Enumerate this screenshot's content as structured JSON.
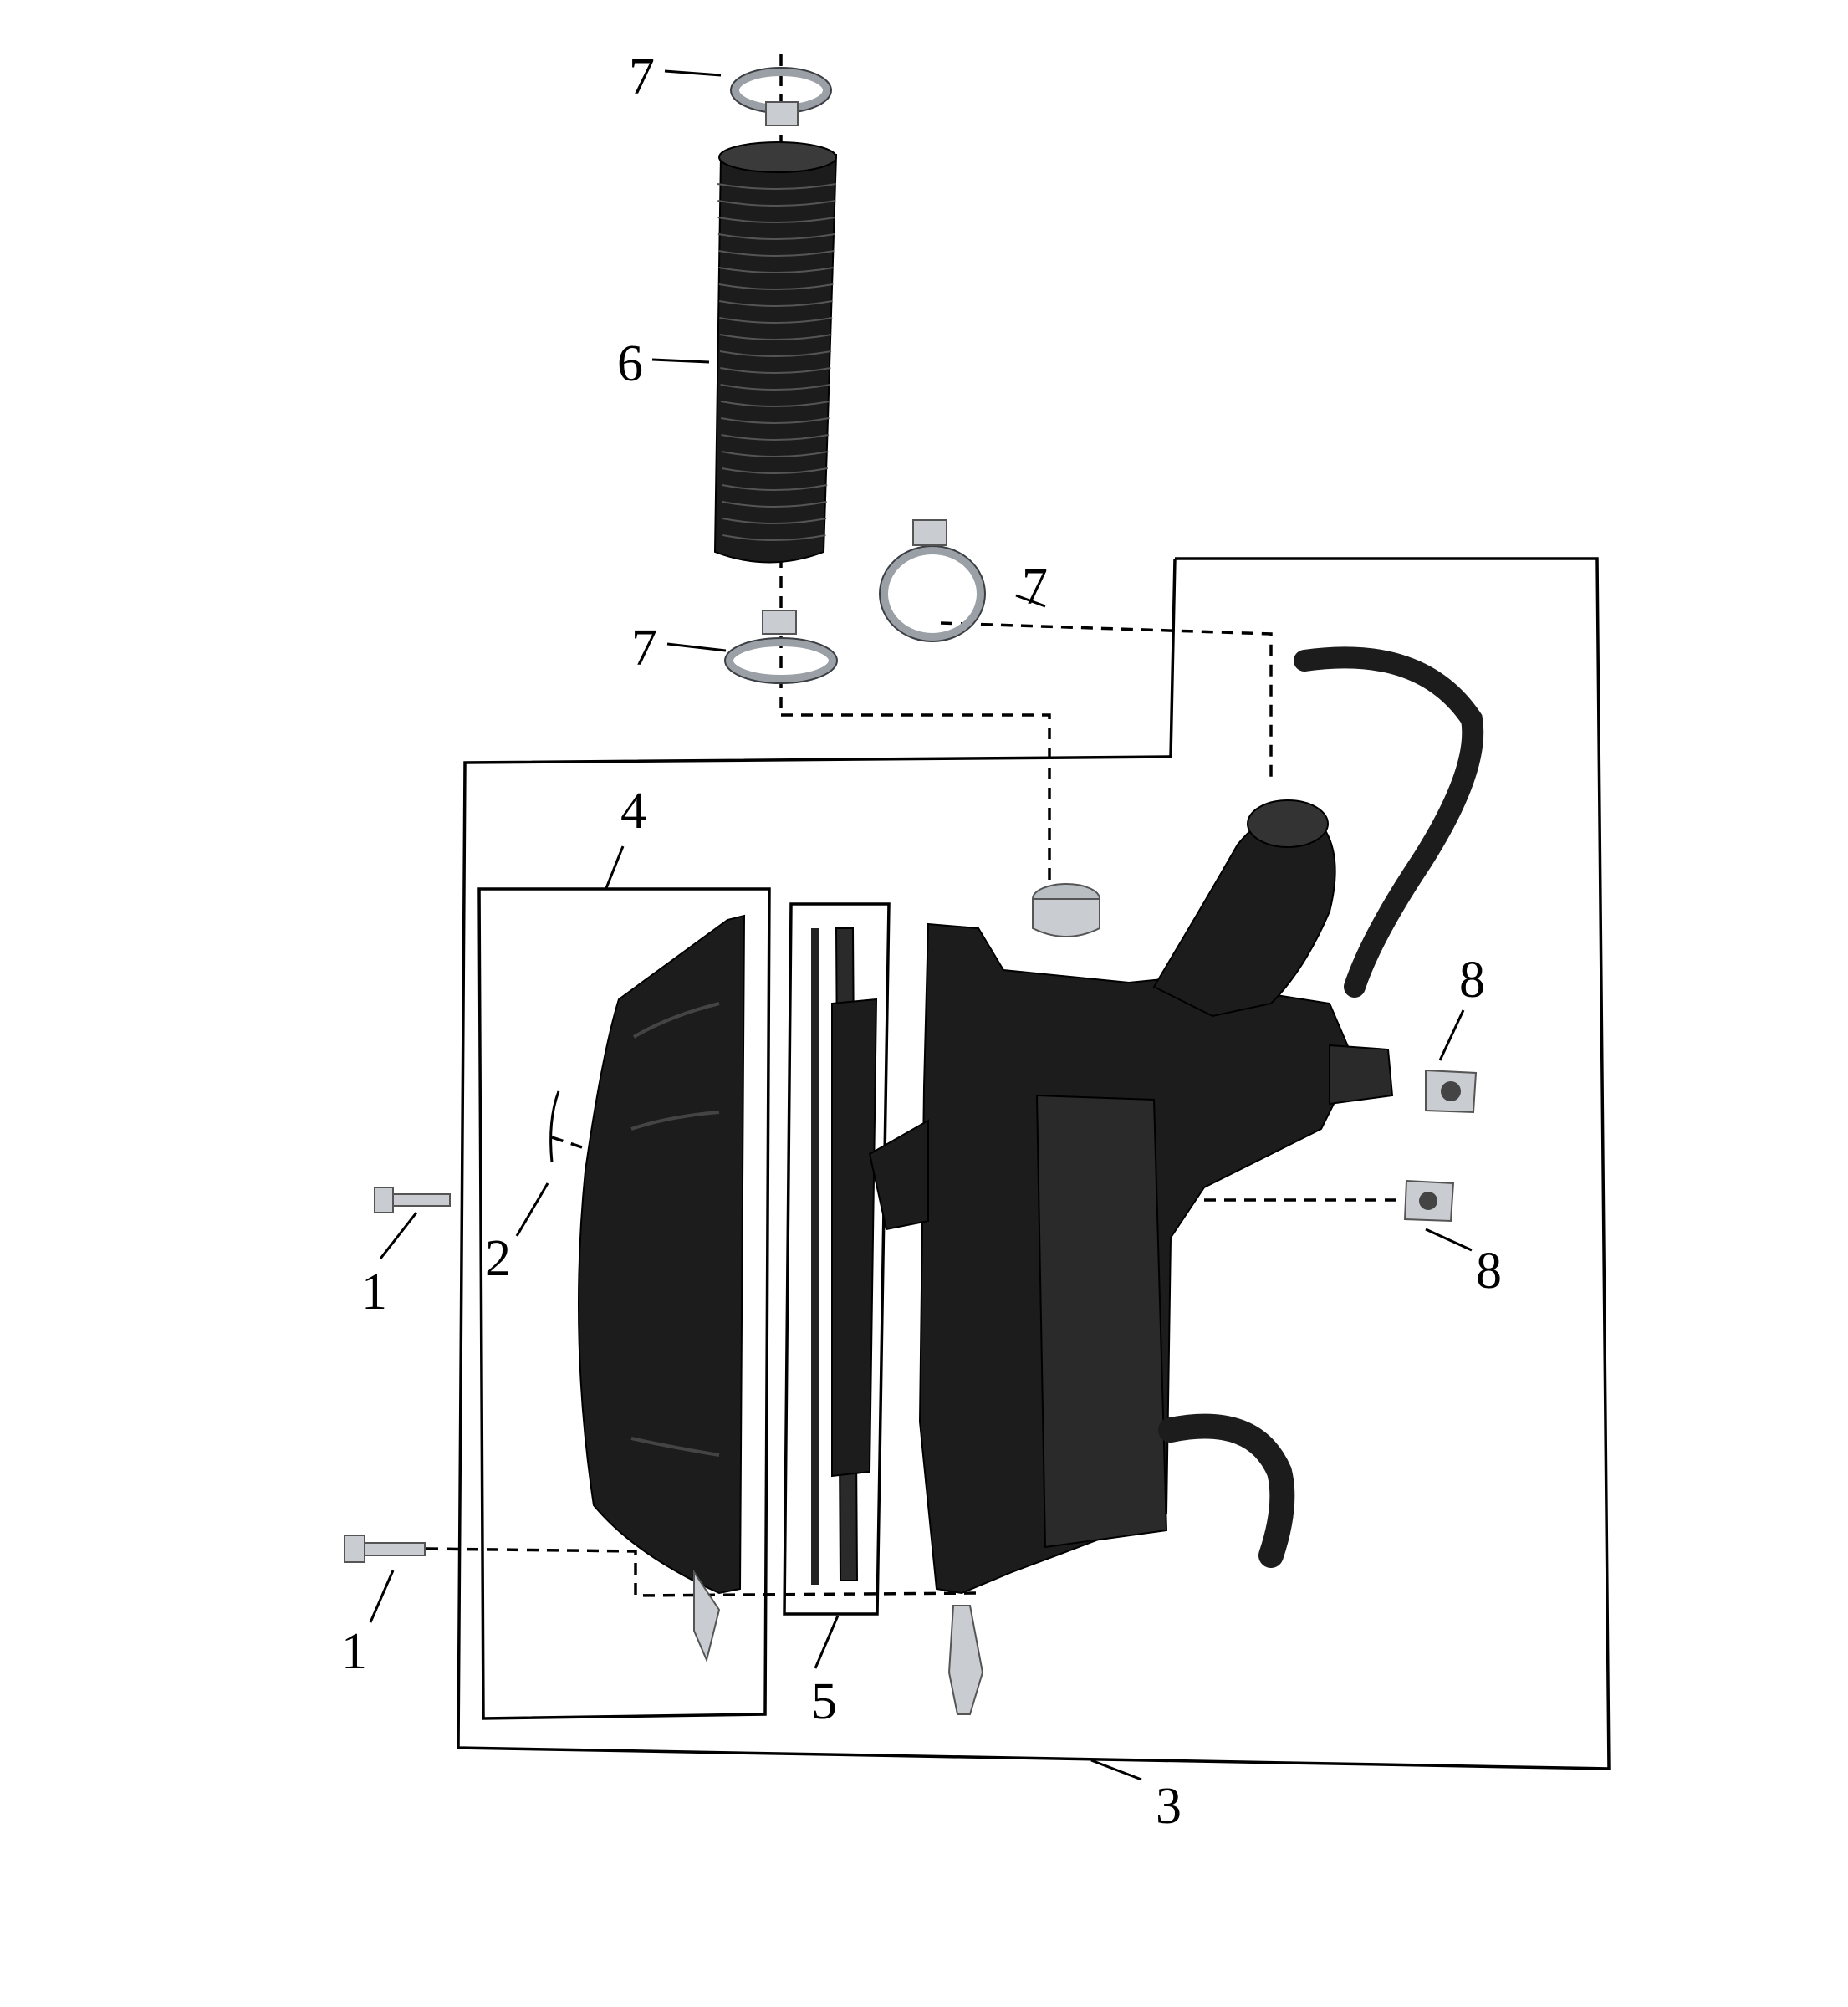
{
  "diagram": {
    "callouts": [
      {
        "id": "c1a",
        "label": "1"
      },
      {
        "id": "c1b",
        "label": "1"
      },
      {
        "id": "c2",
        "label": "2"
      },
      {
        "id": "c3",
        "label": "3"
      },
      {
        "id": "c4",
        "label": "4"
      },
      {
        "id": "c5",
        "label": "5"
      },
      {
        "id": "c6",
        "label": "6"
      },
      {
        "id": "c7a",
        "label": "7"
      },
      {
        "id": "c7b",
        "label": "7"
      },
      {
        "id": "c7c",
        "label": "7"
      },
      {
        "id": "c8a",
        "label": "8"
      },
      {
        "id": "c8b",
        "label": "8"
      }
    ]
  }
}
